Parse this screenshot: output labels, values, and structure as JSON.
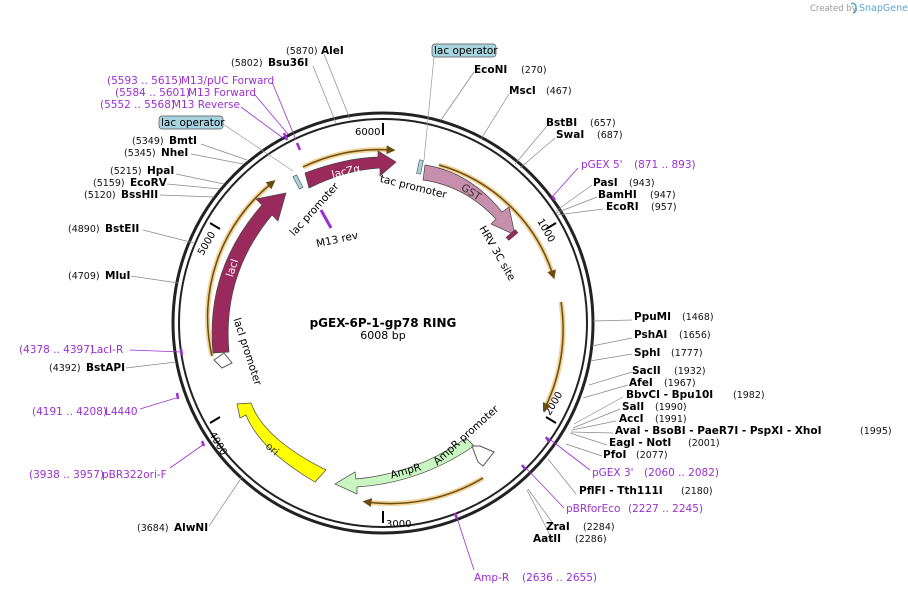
{
  "credit": {
    "prefix": "Created by",
    "brand": "SnapGene"
  },
  "plasmid": {
    "name": "pGEX-6P-1-gp78 RING",
    "size": "6008 bp"
  },
  "ticks": [
    "1000",
    "2000",
    "3000",
    "4000",
    "5000",
    "6000"
  ],
  "operators": {
    "top": "lac operator",
    "left": "lac operator"
  },
  "features": {
    "lacZa": "lacZα",
    "tac_promoter": "tac promoter",
    "lac_promoter": "lac promoter",
    "gst": "GST",
    "hrv": "HRV 3C site",
    "m13rev": "M13 rev",
    "laci": "lacI",
    "laci_promoter": "lacI promoter",
    "ori": "ori",
    "ampr": "AmpR",
    "ampr_promoter": "AmpR promoter"
  },
  "enzymes_left": [
    {
      "pos": "(5870)",
      "name": "AleI"
    },
    {
      "pos": "(5802)",
      "name": "Bsu36I"
    },
    {
      "pos": "(5349)",
      "name": "BmtI"
    },
    {
      "pos": "(5345)",
      "name": "NheI"
    },
    {
      "pos": "(5215)",
      "name": "HpaI"
    },
    {
      "pos": "(5159)",
      "name": "EcoRV"
    },
    {
      "pos": "(5120)",
      "name": "BssHII"
    },
    {
      "pos": "(4890)",
      "name": "BstEII"
    },
    {
      "pos": "(4709)",
      "name": "MluI"
    },
    {
      "pos": "(4392)",
      "name": "BstAPI"
    },
    {
      "pos": "(3684)",
      "name": "AlwNI"
    }
  ],
  "enzymes_right": [
    {
      "name": "EcoNI",
      "pos": "(270)"
    },
    {
      "name": "MscI",
      "pos": "(467)"
    },
    {
      "name": "BstBI",
      "pos": "(657)"
    },
    {
      "name": "SwaI",
      "pos": "(687)"
    },
    {
      "name": "PasI",
      "pos": "(943)"
    },
    {
      "name": "BamHI",
      "pos": "(947)"
    },
    {
      "name": "EcoRI",
      "pos": "(957)"
    },
    {
      "name": "PpuMI",
      "pos": "(1468)"
    },
    {
      "name": "PshAI",
      "pos": "(1656)"
    },
    {
      "name": "SphI",
      "pos": "(1777)"
    },
    {
      "name": "SacII",
      "pos": "(1932)"
    },
    {
      "name": "AfeI",
      "pos": "(1967)"
    },
    {
      "name": "BbvCI - Bpu10I",
      "pos": "(1982)"
    },
    {
      "name": "SalI",
      "pos": "(1990)"
    },
    {
      "name": "AccI",
      "pos": "(1991)"
    },
    {
      "name": "AvaI - BsoBI - PaeR7I - PspXI - XhoI",
      "pos": "(1995)"
    },
    {
      "name": "EagI - NotI",
      "pos": "(2001)"
    },
    {
      "name": "PfoI",
      "pos": "(2077)"
    },
    {
      "name": "PflFI - Tth111I",
      "pos": "(2180)"
    },
    {
      "name": "ZraI",
      "pos": "(2284)"
    },
    {
      "name": "AatII",
      "pos": "(2286)"
    }
  ],
  "primers": [
    {
      "pos": "(5593 .. 5615)",
      "name": "M13/pUC Forward"
    },
    {
      "pos": "(5584 .. 5601)",
      "name": "M13 Forward"
    },
    {
      "pos": "(5552 .. 5568)",
      "name": "M13 Reverse"
    },
    {
      "name": "pGEX 5'",
      "pos": "(871 .. 893)"
    },
    {
      "pos": "(4378 .. 4397)",
      "name": "LacI-R"
    },
    {
      "pos": "(4191 .. 4208)",
      "name": "L4440"
    },
    {
      "pos": "(3938 .. 3957)",
      "name": "pBR322ori-F"
    },
    {
      "name": "pGEX 3'",
      "pos": "(2060 .. 2082)"
    },
    {
      "name": "pBRforEco",
      "pos": "(2227 .. 2245)"
    },
    {
      "name": "Amp-R",
      "pos": "(2636 .. 2655)"
    }
  ],
  "colors": {
    "lacZa": "#9b2a5c",
    "laci": "#9b2a5c",
    "gst": "#c690ac",
    "ori": "#ffff00",
    "ampr": "#c8f5c0",
    "orf": "#e4a530",
    "primer": "#9b30d0",
    "operator": "#a8d4df"
  }
}
